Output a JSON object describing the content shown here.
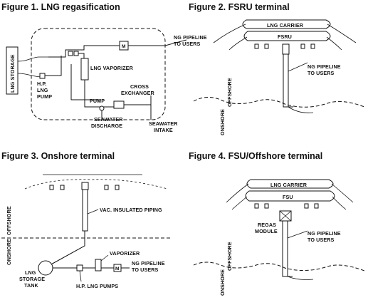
{
  "figures": {
    "fig1": {
      "title": "Figure 1. LNG regasification",
      "labels": {
        "lng_storage": "LNG STORAGE",
        "hp_pump_1": "H.P.",
        "hp_pump_2": "LNG",
        "hp_pump_3": "PUMP",
        "meter": "M",
        "ng_pipeline_1": "NG PIPELINE",
        "ng_pipeline_2": "TO USERS",
        "vaporizer": "LNG VAPORIZER",
        "cross_1": "CROSS",
        "cross_2": "EXCHANGER",
        "pump": "PUMP",
        "seawater_discharge_1": "SEAWATER",
        "seawater_discharge_2": "DISCHARGE",
        "seawater_intake_1": "SEAWATER",
        "seawater_intake_2": "INTAKE"
      }
    },
    "fig2": {
      "title": "Figure 2. FSRU terminal",
      "labels": {
        "lng_carrier": "LNG CARRIER",
        "fsru": "FSRU",
        "ng_pipeline_1": "NG PIPELINE",
        "ng_pipeline_2": "TO USERS",
        "onshore": "ONSHORE",
        "offshore": "OFFSHORE"
      }
    },
    "fig3": {
      "title": "Figure 3. Onshore terminal",
      "labels": {
        "vac_piping": "VAC. INSULATED PIPING",
        "offshore": "OFFSHORE",
        "onshore": "ONSHORE",
        "vaporizer": "VAPORIZER",
        "meter": "M",
        "ng_pipeline_1": "NG PIPELINE",
        "ng_pipeline_2": "TO USERS",
        "lng_1": "LNG",
        "lng_2": "STORAGE",
        "lng_3": "TANK",
        "hp_pumps": "H.P. LNG PUMPS"
      }
    },
    "fig4": {
      "title": "Figure 4. FSU/Offshore terminal",
      "labels": {
        "lng_carrier": "LNG CARRIER",
        "fsu": "FSU",
        "regas_1": "REGAS",
        "regas_2": "MODULE",
        "ng_pipeline_1": "NG PIPELINE",
        "ng_pipeline_2": "TO USERS",
        "onshore": "ONSHORE",
        "offshore": "OFFSHORE"
      }
    }
  }
}
